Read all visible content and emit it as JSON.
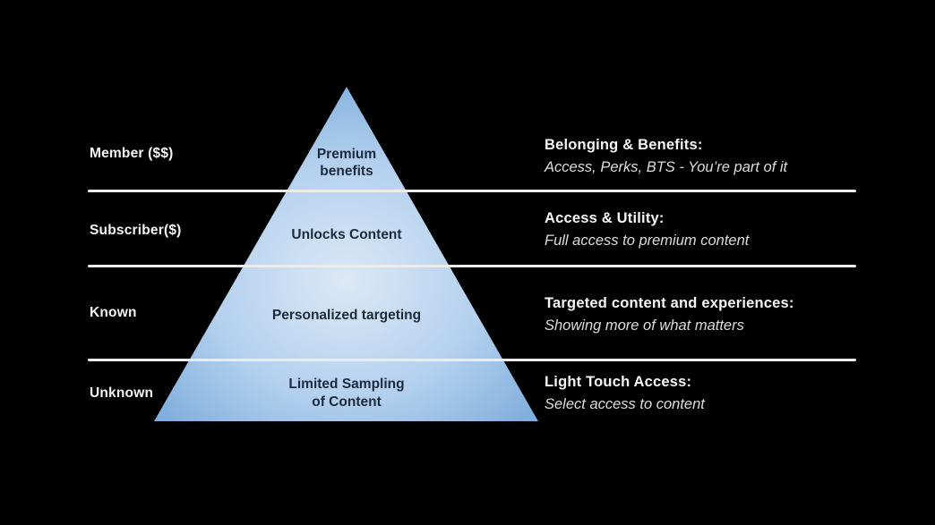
{
  "canvas": {
    "background": "#000000",
    "divider_color": "#ececec"
  },
  "pyramid": {
    "gradient_center": "#dbe8f7",
    "gradient_mid": "#b5d1ee",
    "gradient_edge": "#6fa3d8",
    "text_color": "#1b2b3d"
  },
  "tiers": [
    {
      "left_label": "Member ($$)",
      "pyramid_label": "Premium\nbenefits",
      "heading": "Belonging & Benefits:",
      "detail": "Access, Perks, BTS - You’re part of it"
    },
    {
      "left_label": "Subscriber($)",
      "pyramid_label": "Unlocks Content",
      "heading": "Access & Utility:",
      "detail": "Full access to premium content"
    },
    {
      "left_label": "Known",
      "pyramid_label": "Personalized targeting",
      "heading": "Targeted content and experiences:",
      "detail": "Showing more of what matters"
    },
    {
      "left_label": "Unknown",
      "pyramid_label": "Limited Sampling\nof Content",
      "heading": "Light Touch Access:",
      "detail": "Select access to content"
    }
  ]
}
